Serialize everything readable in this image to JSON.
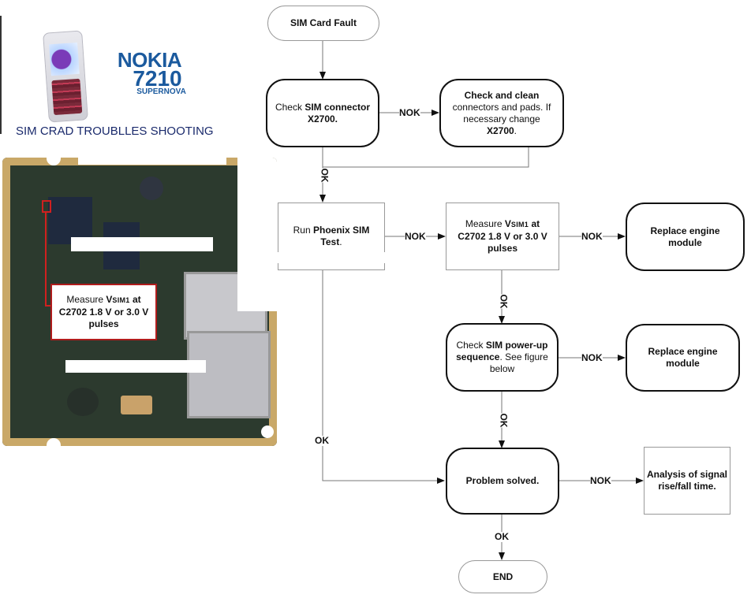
{
  "header": {
    "brand": "NOKIA",
    "model": "7210",
    "model_sub": "SUPERNOVA",
    "title": "SIM CRAD TROUBLLES SHOOTING",
    "brand_color": "#1b5a9e",
    "title_color": "#1a2a6c"
  },
  "phone_image": {
    "icon": "phone-image"
  },
  "pcb_image": {
    "icon": "circuit-board-image",
    "callout": {
      "line1_prefix": "Measure ",
      "line1_bold": "V",
      "line1_sub": "SIM1",
      "line1_suffix": " at",
      "line2": "C2702 1.8 V or 3.0 V",
      "line3": "pulses",
      "border_color": "#b01c1c"
    }
  },
  "flowchart": {
    "nodes": {
      "start": {
        "text": "SIM Card Fault"
      },
      "check_connector": {
        "pre": "Check ",
        "bold": "SIM connector",
        "line2": "X2700."
      },
      "clean": {
        "bold": "Check and clean",
        "line2": "connectors and pads. If",
        "line3": "necessary change",
        "line4_bold": "X2700",
        "line4_end": "."
      },
      "phoenix": {
        "pre": "Run ",
        "bold": "Phoenix SIM",
        "line2_bold": "Test",
        "line2_end": "."
      },
      "measure": {
        "pre": "Measure ",
        "bold": "V",
        "sub": "SIM1",
        "suffix": " at",
        "line2": "C2702 1.8 V or 3.0 V",
        "line3": "pulses"
      },
      "replace1": {
        "line1": "Replace engine",
        "line2": "module"
      },
      "powerup": {
        "pre": "Check ",
        "bold": "SIM power-up",
        "line2_bold": "sequence",
        "line2_end": ". See figure",
        "line3": "below"
      },
      "replace2": {
        "line1": "Replace engine",
        "line2": "module"
      },
      "solved": {
        "text": "Problem solved."
      },
      "analysis": {
        "line1": "Analysis of signal",
        "line2": "rise/fall time."
      },
      "end": {
        "text": "END"
      }
    },
    "edge_labels": {
      "connector_nok": "NOK",
      "connector_ok": "OK",
      "phoenix_nok": "NOK",
      "phoenix_ok": "OK",
      "measure_nok": "NOK",
      "measure_ok": "OK",
      "powerup_nok": "NOK",
      "powerup_ok": "OK",
      "solved_nok": "NOK",
      "solved_ok": "OK"
    }
  }
}
